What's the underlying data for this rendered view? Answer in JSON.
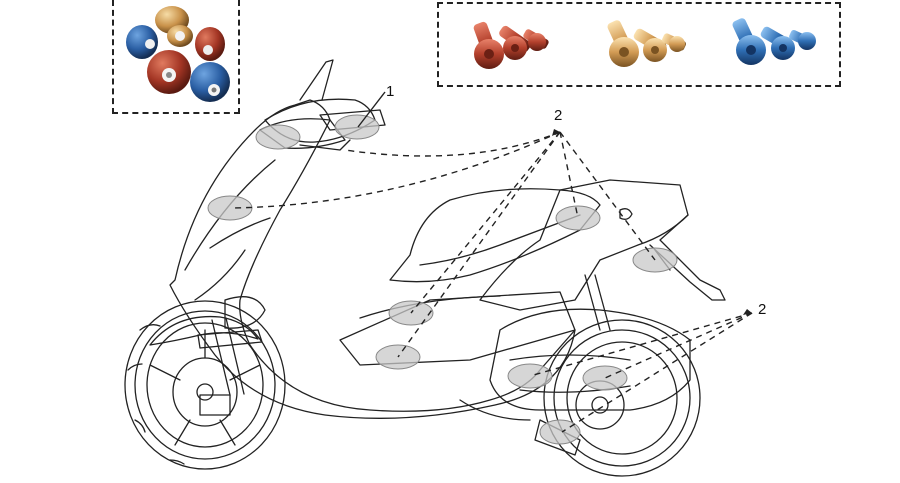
{
  "callouts": {
    "label_1": "1",
    "label_2_top": "2",
    "label_2_right": "2"
  },
  "colors": {
    "line": "#222222",
    "highlight_fill": "#c8c8c8",
    "red_anodized": "#b8402e",
    "gold_anodized": "#d9a75c",
    "blue_anodized": "#2f6fb5"
  },
  "insets": [
    {
      "name": "knob-accessories-photo",
      "items": [
        "red-knob",
        "blue-knob",
        "gold-knob"
      ]
    },
    {
      "name": "screw-kit-photo",
      "items": [
        "red-screws",
        "gold-screws",
        "blue-screws"
      ]
    }
  ]
}
